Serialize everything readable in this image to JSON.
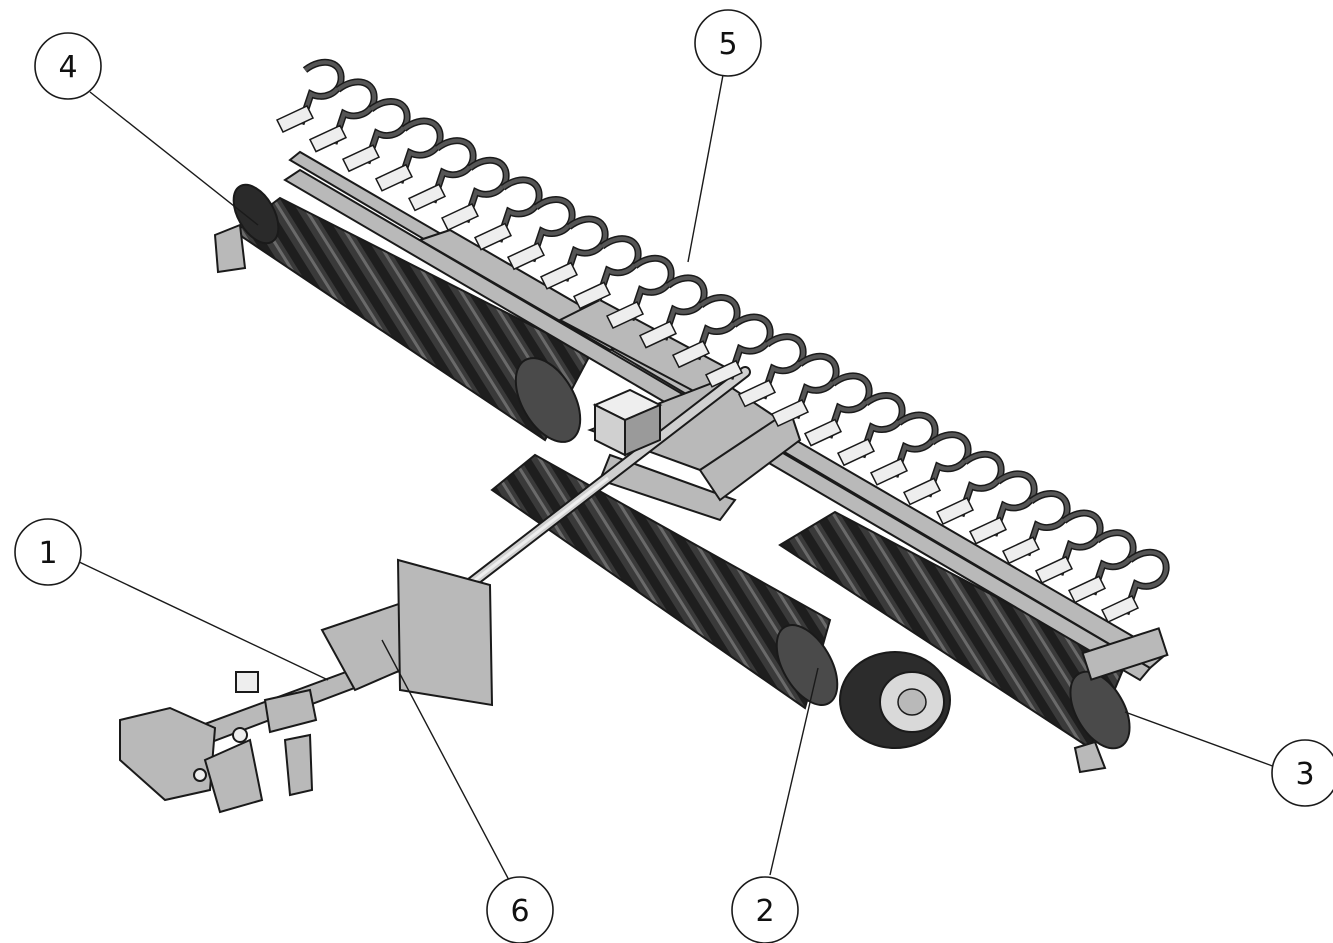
{
  "diagram": {
    "callouts": [
      {
        "id": "1",
        "label": "1"
      },
      {
        "id": "2",
        "label": "2"
      },
      {
        "id": "3",
        "label": "3"
      },
      {
        "id": "4",
        "label": "4"
      },
      {
        "id": "5",
        "label": "5"
      },
      {
        "id": "6",
        "label": "6"
      }
    ]
  },
  "colors": {
    "outline": "#1a1a1a",
    "frame": "#b9b9b9",
    "frame_dark": "#8a8a8a",
    "roller": "#3a3a3a",
    "roller_dark": "#1e1e1e",
    "tire": "#2c2c2c",
    "rim": "#d9d9d9",
    "tine": "#555555",
    "shoe": "#eeeeee"
  }
}
